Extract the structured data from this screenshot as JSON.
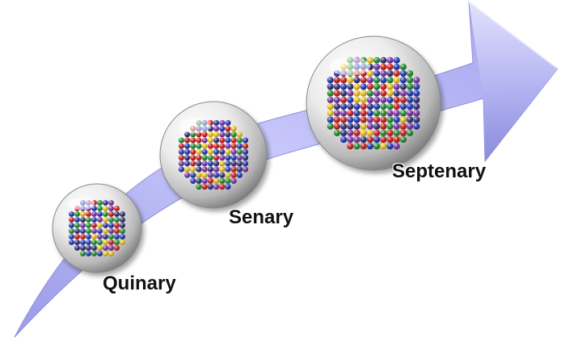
{
  "stages": [
    {
      "label": "Quinary"
    },
    {
      "label": "Senary"
    },
    {
      "label": "Septenary"
    }
  ],
  "colors": {
    "arrow_light": "#e4e4ff",
    "arrow_mid": "#a9a9ef",
    "arrow_dark": "#7a7ad2",
    "sphere_rim": "#8a8a8a",
    "atoms": [
      "#d01818",
      "#1f8f2a",
      "#1c35b8",
      "#7c2fa6",
      "#f0c419",
      "#2a2a7a"
    ]
  },
  "icons": {
    "arrow": "trend-arrow-icon",
    "sphere": "nanoparticle-sphere-icon",
    "atom": "atom-ball-icon"
  }
}
